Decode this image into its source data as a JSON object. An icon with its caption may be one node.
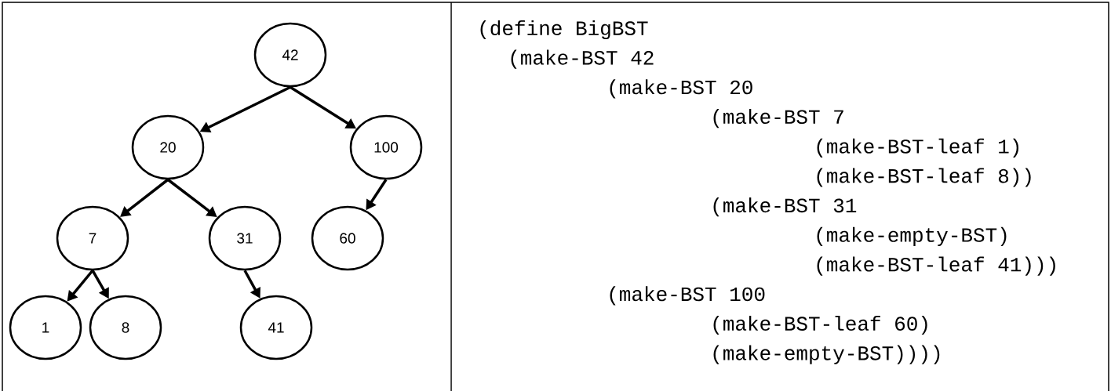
{
  "diagram": {
    "nodes": [
      {
        "text": [
          "42"
        ]
      },
      {
        "text": [
          "20"
        ]
      },
      {
        "text": [
          "100"
        ]
      },
      {
        "text": [
          "7"
        ]
      },
      {
        "text": [
          "31"
        ]
      },
      {
        "text": [
          "60"
        ]
      },
      {
        "text": [
          "1"
        ]
      },
      {
        "text": [
          "8"
        ]
      },
      {
        "text": [
          "41"
        ]
      }
    ],
    "edges": [
      {
        "from": 0,
        "to": 1,
        "arrow": "to"
      },
      {
        "from": 0,
        "to": 2,
        "arrow": "to"
      },
      {
        "from": 1,
        "to": 3,
        "arrow": "to"
      },
      {
        "from": 1,
        "to": 4,
        "arrow": "to"
      },
      {
        "from": 2,
        "to": 5,
        "arrow": "to"
      },
      {
        "from": 3,
        "to": 6,
        "arrow": "to"
      },
      {
        "from": 3,
        "to": 7,
        "arrow": "to"
      },
      {
        "from": 4,
        "to": 8,
        "arrow": "to"
      }
    ],
    "labels": [
      "(define BigBST",
      "(make-BST 42",
      "(make-BST 20",
      "(make-BST 7",
      "(make-BST-leaf 1)",
      "(make-BST-leaf 8))",
      "(make-BST 31",
      "(make-empty-BST)",
      "(make-BST-leaf 41)))",
      "(make-BST 100",
      "(make-BST-leaf 60)",
      "(make-empty-BST))))"
    ]
  }
}
